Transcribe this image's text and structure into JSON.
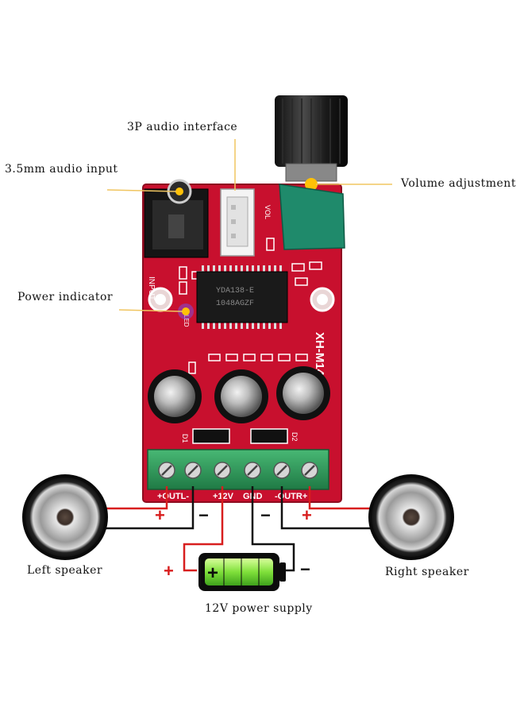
{
  "callouts": {
    "audio_interface_3p": "3P audio interface",
    "audio_input_35mm": "3.5mm audio input",
    "volume_adjustment": "Volume adjustment",
    "power_indicator": "Power indicator",
    "left_speaker": "Left speaker",
    "right_speaker": "Right speaker",
    "power_supply": "12V power supply"
  },
  "board": {
    "model": "XH-M14",
    "input_silk": "INPUT",
    "vol_silk": "VOL",
    "led_silk": "LED",
    "chip_text_1": "YDA138-E",
    "chip_text_2": "1048AGZF",
    "terminal_labels": [
      "+OUTL-",
      "+12V",
      "GND",
      "-OUTR+"
    ],
    "part_labels": [
      "D1",
      "D2"
    ]
  },
  "polarity": {
    "left_plus": "+",
    "left_minus": "−",
    "right_minus": "−",
    "right_plus": "+",
    "battery_plus": "+",
    "battery_minus": "−"
  },
  "colors": {
    "pcb": "#c8102e",
    "terminal": "#2e9e5b",
    "knob": "#1d1d1d",
    "pot": "#1f8a6b",
    "wire_red": "#d81e1e",
    "wire_black": "#111111",
    "battery_green": "#7fe03a",
    "indicator_glow": "#ffc107"
  }
}
